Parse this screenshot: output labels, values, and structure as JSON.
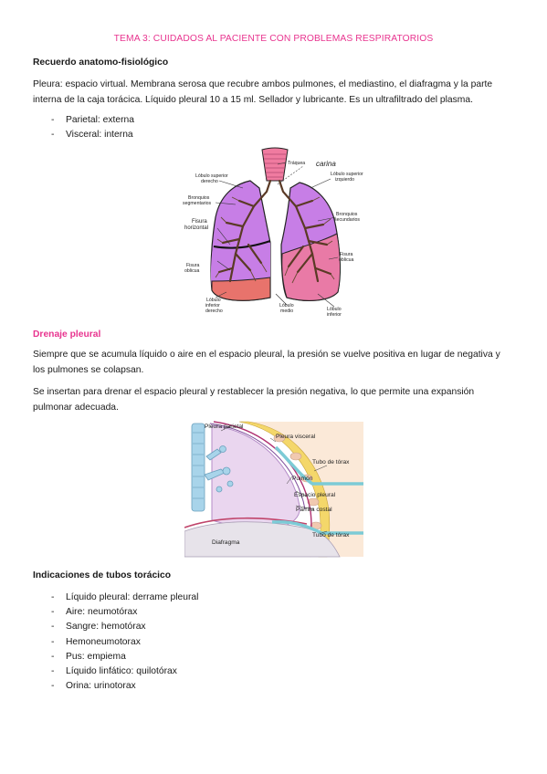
{
  "title": "TEMA 3: CUIDADOS AL PACIENTE CON PROBLEMAS RESPIRATORIOS",
  "section1": {
    "heading": "Recuerdo anatomo-fisiológico",
    "para_line1": "Pleura: espacio virtual. Membrana serosa que recubre ambos pulmones, el mediastino, el diafragma y la parte",
    "para_line2": "interna de la caja torácica.  Líquido pleural 10 a 15 ml. Sellador y lubricante. Es un ultrafiltrado del plasma.",
    "items": [
      {
        "dash": "-",
        "text": "Parietal: externa"
      },
      {
        "dash": "-",
        "text": "Visceral: interna"
      }
    ]
  },
  "figure1": {
    "labels": {
      "traquea": "Tráquea",
      "carina": "carina",
      "lsd1": "Lóbulo superior",
      "lsd2": "derecho",
      "lsi1": "Lóbulo superior",
      "lsi2": "izquierdo",
      "bs1": "Bronquios",
      "bs2": "segmentarios",
      "bsec1": "Bronquios",
      "bsec2": "secundarios",
      "fh1": "Fisura",
      "fh2": "horizontal",
      "fo1": "Fisura",
      "fo2": "oblicua",
      "fo3": "Fisura",
      "fo4": "oblicua",
      "lid1": "Lóbulo",
      "lid2": "inferior",
      "lid3": "derecho",
      "lm1": "Lóbulo",
      "lm2": "medio",
      "lii1": "Lóbulo",
      "lii2": "inferior"
    }
  },
  "section2": {
    "heading": "Drenaje pleural",
    "para1_line1": "Siempre que se acumula líquido o aire en el espacio pleural, la presión se vuelve positiva en lugar de negativa y",
    "para1_line2": "los pulmones se colapsan.",
    "para2_line1": "Se insertan para drenar el espacio pleural y restablecer la presión negativa, lo que permite una expansión",
    "para2_line2": "pulmonar adecuada."
  },
  "figure2": {
    "labels": {
      "pleura_parietal": "Pleura parietal",
      "pleura_visceral": "Pleura visceral",
      "tubo1": "Tubo de tórax",
      "pulmon": "Pulmón",
      "espacio": "Espacio pleural",
      "parrilla": "Parrilla costal",
      "tubo2": "Tubo de tórax",
      "diafragma": "Diafragma"
    }
  },
  "section3": {
    "heading": "Indicaciones de tubos torácico",
    "items": [
      {
        "dash": "-",
        "text": "Líquido pleural: derrame pleural"
      },
      {
        "dash": "-",
        "text": "Aire: neumotórax"
      },
      {
        "dash": "-",
        "text": "Sangre: hemotórax"
      },
      {
        "dash": "-",
        "text": "Hemoneumotorax"
      },
      {
        "dash": "-",
        "text": "Pus: empiema"
      },
      {
        "dash": "-",
        "text": "Líquido linfático: quilotórax"
      },
      {
        "dash": "-",
        "text": "Orina: urinotorax"
      }
    ]
  },
  "colors": {
    "accent": "#e8348f",
    "lung_purple": "#c77ee6",
    "lung_pink": "#e97aa6",
    "lung_red": "#e8736c",
    "trachea": "#f07ba0",
    "pleura_yellow": "#f4d76a",
    "tube_teal": "#7ccbd6"
  }
}
